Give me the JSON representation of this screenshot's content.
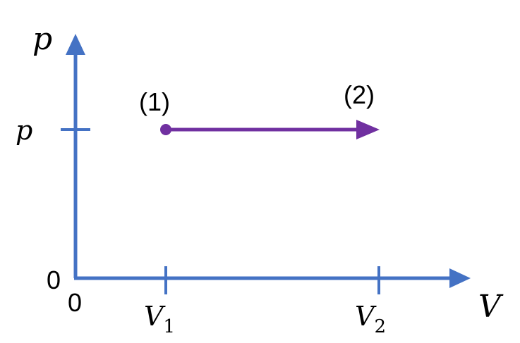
{
  "labels": {
    "y_axis": "p",
    "x_axis": "V",
    "origin_x": "0",
    "origin_y": "0",
    "p_tick": "p",
    "v1_main": "V",
    "v1_sub": "1",
    "v2_main": "V",
    "v2_sub": "2",
    "state_1": "(1)",
    "state_2": "(2)"
  },
  "colors": {
    "axis": "#4472C4",
    "process": "#7030A0",
    "text": "#000000"
  }
}
